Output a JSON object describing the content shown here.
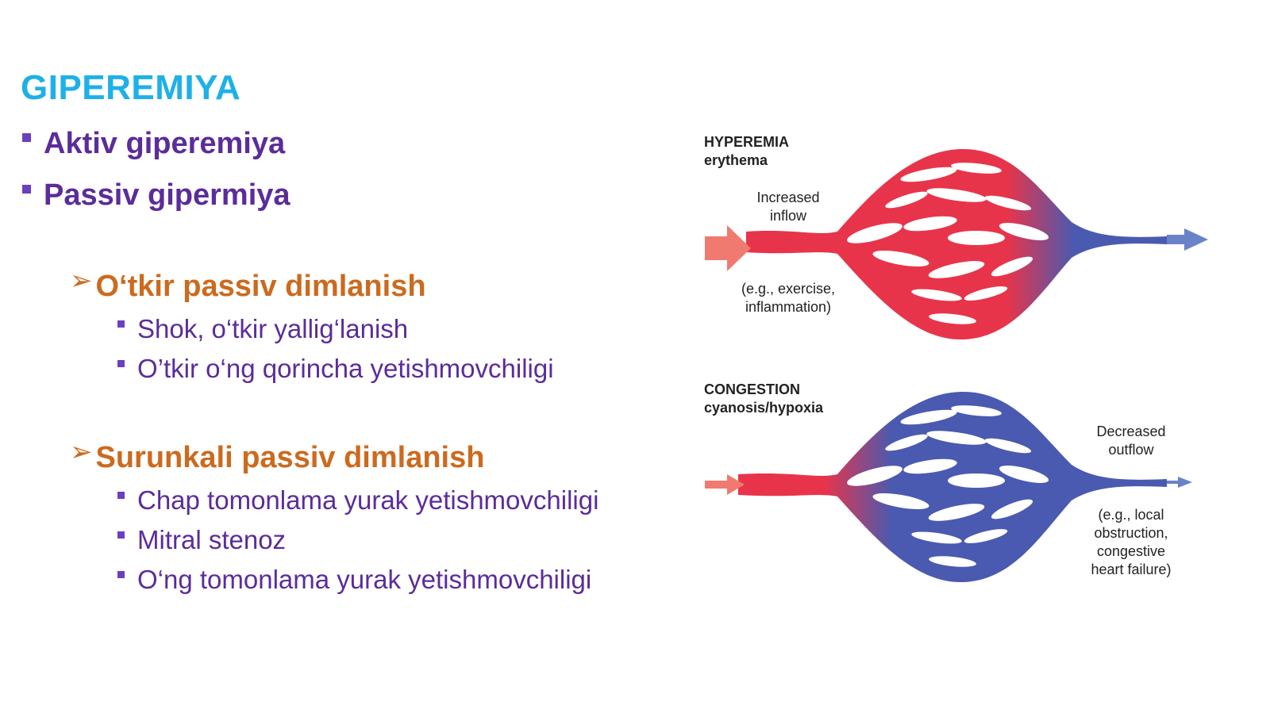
{
  "title": "GIPEREMIYA",
  "bullets": {
    "active": "Aktiv giperemiya",
    "passive": "Passiv gipermiya"
  },
  "acute": {
    "heading": "O‘tkir passiv dimlanish",
    "items": [
      "Shok, o‘tkir yallig‘lanish",
      "O’tkir o‘ng qorincha yetishmovchiligi"
    ]
  },
  "chronic": {
    "heading": "Surunkali passiv dimlanish",
    "items": [
      "Chap tomonlama yurak yetishmovchiligi",
      "Mitral stenoz",
      "O‘ng tomonlama yurak yetishmovchiligi"
    ]
  },
  "diagram": {
    "hyperemia": {
      "title": "HYPEREMIA",
      "subtitle": "erythema",
      "note1": "Increased",
      "note2": "inflow",
      "example1": "(e.g., exercise,",
      "example2": "inflammation)"
    },
    "congestion": {
      "title": "CONGESTION",
      "subtitle": "cyanosis/hypoxia",
      "note1": "Decreased",
      "note2": "outflow",
      "example1": "(e.g., local",
      "example2": "obstruction,",
      "example3": "congestive",
      "example4": "heart failure)"
    },
    "colors": {
      "arterial": "#e8344a",
      "venous": "#4a5ab0",
      "arrow_in": "#f07a70",
      "arrow_out": "#6a82c8"
    }
  }
}
